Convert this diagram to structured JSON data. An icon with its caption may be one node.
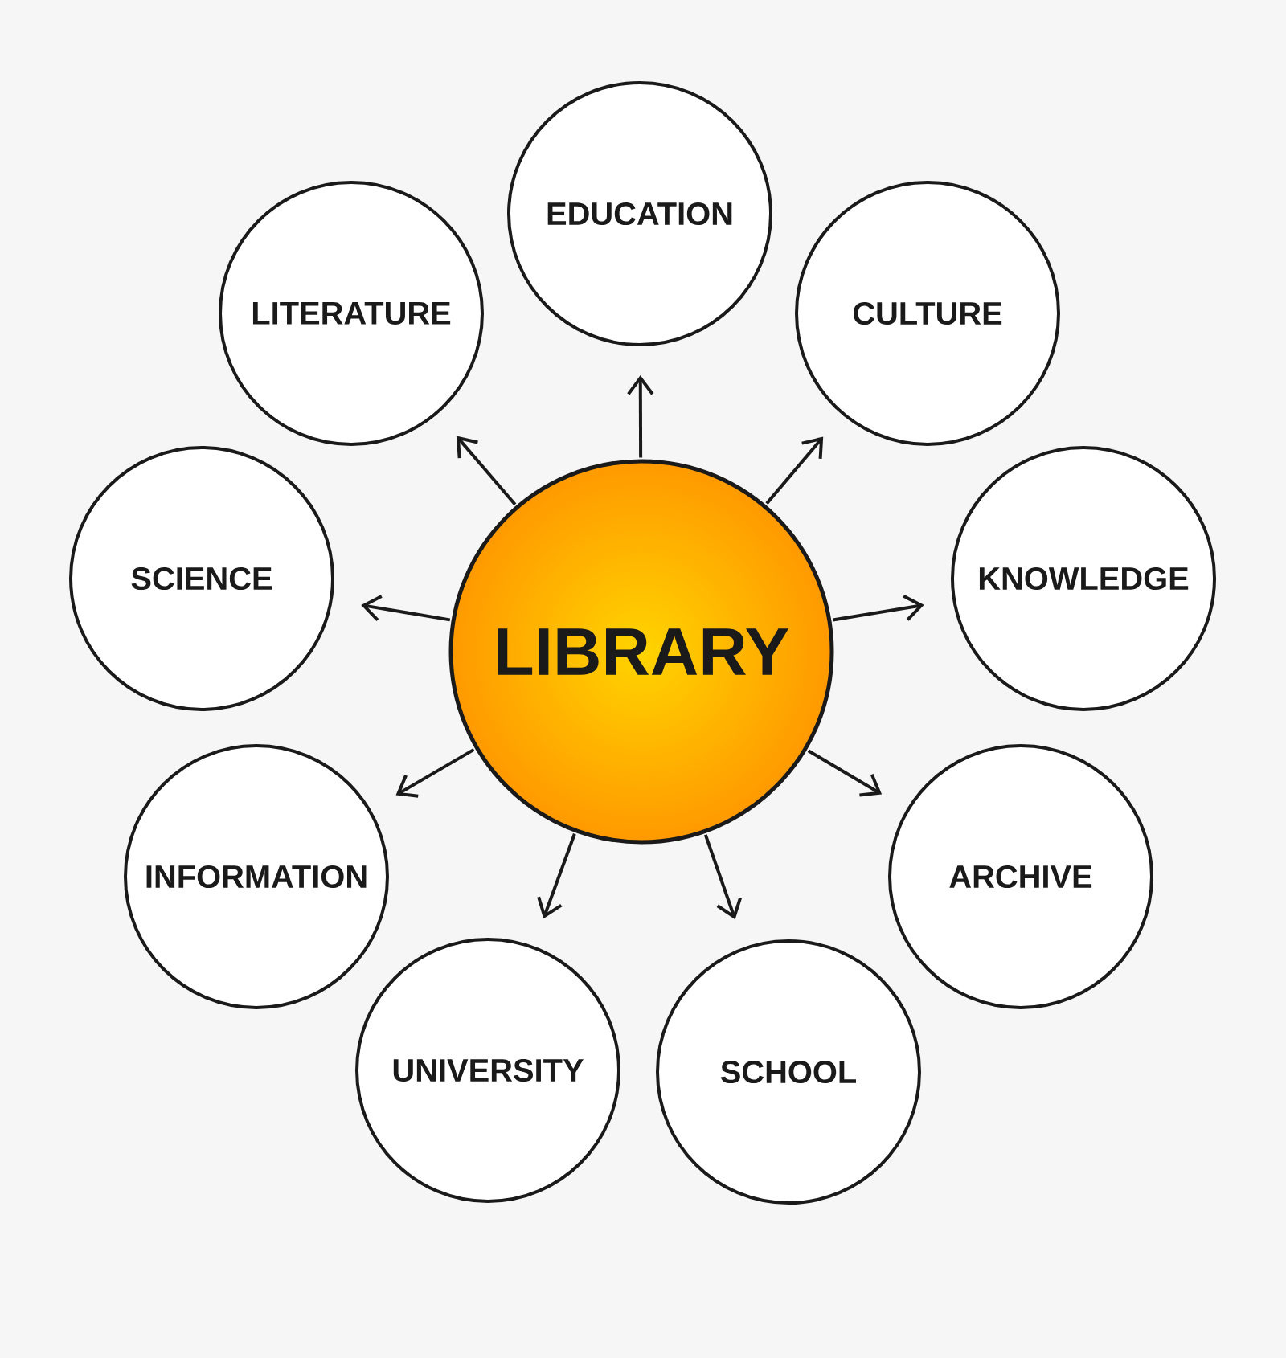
{
  "diagram": {
    "nodes": [
      {
        "text": [
          "LIBRARY"
        ]
      },
      {
        "text": [
          "EDUCATION"
        ]
      },
      {
        "text": [
          "CULTURE"
        ]
      },
      {
        "text": [
          "KNOWLEDGE"
        ]
      },
      {
        "text": [
          "ARCHIVE"
        ]
      },
      {
        "text": [
          "SCHOOL"
        ]
      },
      {
        "text": [
          "UNIVERSITY"
        ]
      },
      {
        "text": [
          "INFORMATION"
        ]
      },
      {
        "text": [
          "SCIENCE"
        ]
      },
      {
        "text": [
          "LITERATURE"
        ]
      }
    ],
    "edges": [
      {
        "from": 0,
        "to": 1,
        "arrow": "to"
      },
      {
        "from": 0,
        "to": 2,
        "arrow": "to"
      },
      {
        "from": 0,
        "to": 3,
        "arrow": "to"
      },
      {
        "from": 0,
        "to": 4,
        "arrow": "to"
      },
      {
        "from": 0,
        "to": 5,
        "arrow": "to"
      },
      {
        "from": 0,
        "to": 6,
        "arrow": "to"
      },
      {
        "from": 0,
        "to": 7,
        "arrow": "to"
      },
      {
        "from": 0,
        "to": 8,
        "arrow": "to"
      },
      {
        "from": 0,
        "to": 9,
        "arrow": "to"
      }
    ]
  }
}
